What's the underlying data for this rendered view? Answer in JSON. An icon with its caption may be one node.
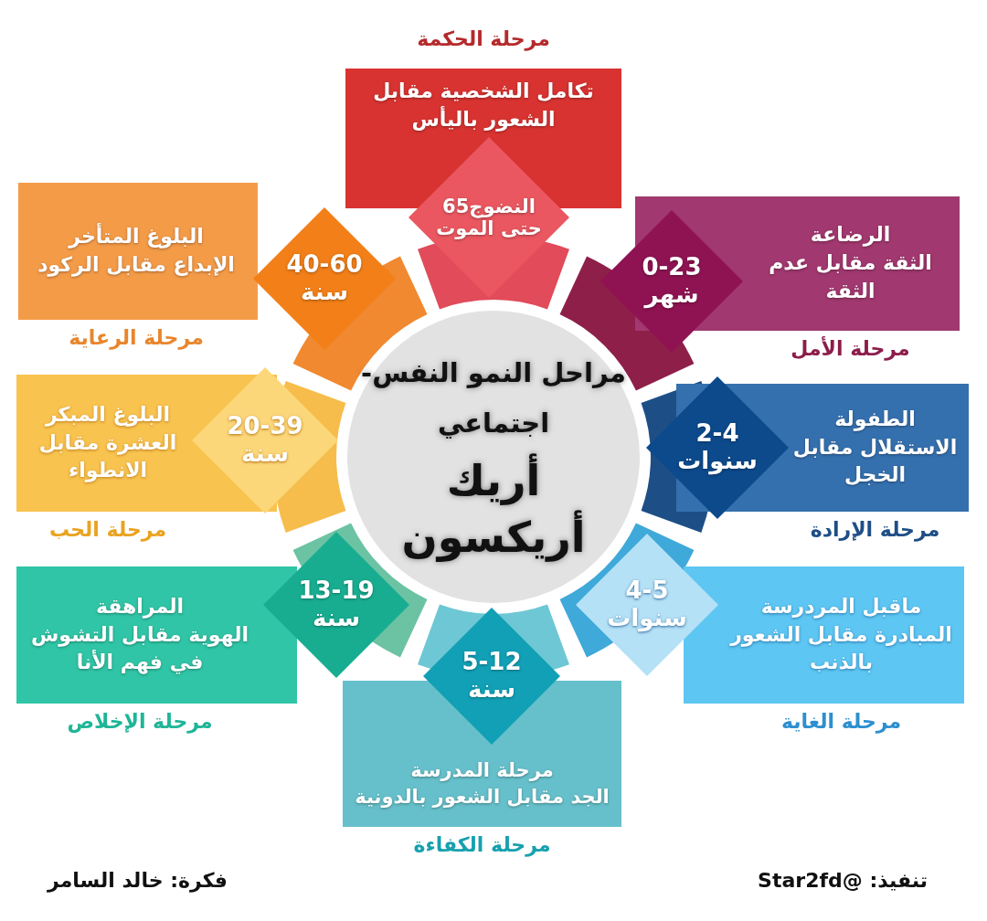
{
  "diagram": {
    "nodes": [
      {
        "text": [
          "مراحل النمو النفس- اجتماعي",
          "أريك أريكسون"
        ]
      },
      {
        "text": [
          "الرضاعة",
          "الثقة مقابل عدم الثقة"
        ],
        "beside": [
          "مرحلة الأمل"
        ]
      },
      {
        "text": [
          "0-23 شهر"
        ]
      },
      {
        "text": [
          "الطفولة",
          "الاستقلال مقابل الخجل"
        ],
        "beside": [
          "مرحلة الإرادة"
        ]
      },
      {
        "text": [
          "2-4 سنوات"
        ]
      },
      {
        "text": [
          "ماقبل المردرسة",
          "المبادرة مقابل الشعور بالذنب"
        ],
        "beside": [
          "مرحلة الغاية"
        ]
      },
      {
        "text": [
          "4-5 سنوات"
        ]
      },
      {
        "text": [
          "مرحلة المدرسة",
          "الجد مقابل الشعور بالدونية"
        ],
        "beside": [
          "مرحلة الكفاءة"
        ]
      },
      {
        "text": [
          "5-12 سنة"
        ]
      },
      {
        "text": [
          "المراهقة",
          "الهوية مقابل التشوش في فهم الأنا"
        ],
        "beside": [
          "مرحلة الإخلاص"
        ]
      },
      {
        "text": [
          "13-19 سنة"
        ]
      },
      {
        "text": [
          "البلوغ المبكر",
          "العشرة مقابل الانطواء"
        ],
        "beside": [
          "مرحلة الحب"
        ]
      },
      {
        "text": [
          "20-39 سنة"
        ]
      },
      {
        "text": [
          "البلوغ المتأخر",
          "الإبداع مقابل الركود"
        ],
        "beside": [
          "مرحلة الرعاية"
        ]
      },
      {
        "text": [
          "40-60 سنة"
        ]
      },
      {
        "text": [
          "تكامل الشخصية مقابل الشعور باليأس"
        ],
        "beside": [
          "مرحلة الحكمة"
        ]
      },
      {
        "text": [
          "النضوج65 حتى الموت"
        ]
      }
    ],
    "labels": [
      "تنفيذ: @Star2fd",
      "فكرة: خالد السامر"
    ]
  }
}
